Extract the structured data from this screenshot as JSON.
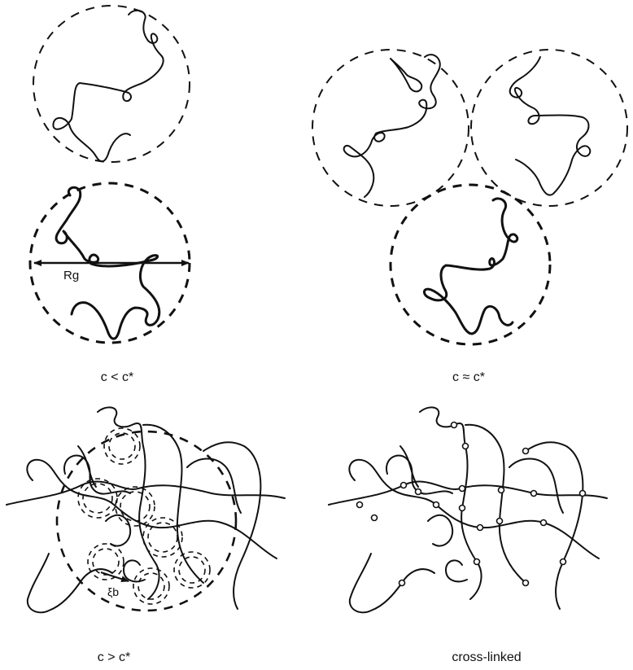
{
  "labels": {
    "dilute": "c < c*",
    "overlap": "c ≈ c*",
    "semidilute": "c > c*",
    "crosslinked": "cross-linked",
    "radius_of_gyration": "Rg",
    "blob_size": "ξb"
  }
}
